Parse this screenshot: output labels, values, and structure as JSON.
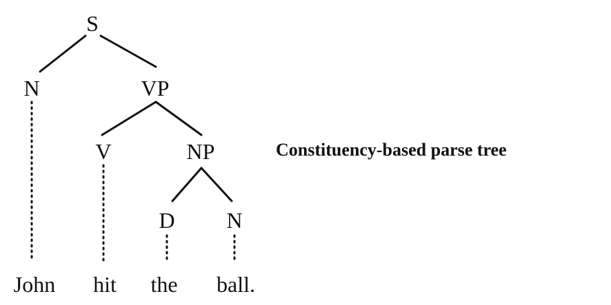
{
  "caption": "Constituency-based parse tree",
  "tree": {
    "nodes": [
      {
        "id": "s",
        "label": "S"
      },
      {
        "id": "n1",
        "label": "N"
      },
      {
        "id": "vp",
        "label": "VP"
      },
      {
        "id": "v",
        "label": "V"
      },
      {
        "id": "np",
        "label": "NP"
      },
      {
        "id": "d",
        "label": "D"
      },
      {
        "id": "n2",
        "label": "N"
      }
    ],
    "edges": [
      {
        "from": "s",
        "to": "n1",
        "style": "solid"
      },
      {
        "from": "s",
        "to": "vp",
        "style": "solid"
      },
      {
        "from": "vp",
        "to": "v",
        "style": "solid"
      },
      {
        "from": "vp",
        "to": "np",
        "style": "solid"
      },
      {
        "from": "np",
        "to": "d",
        "style": "solid"
      },
      {
        "from": "np",
        "to": "n2",
        "style": "solid"
      },
      {
        "from": "n1",
        "to": "w1",
        "style": "dotted"
      },
      {
        "from": "v",
        "to": "w2",
        "style": "dotted"
      },
      {
        "from": "d",
        "to": "w3",
        "style": "dotted"
      },
      {
        "from": "n2",
        "to": "w4",
        "style": "dotted"
      }
    ],
    "words": [
      {
        "id": "w1",
        "text": "John"
      },
      {
        "id": "w2",
        "text": "hit"
      },
      {
        "id": "w3",
        "text": "the"
      },
      {
        "id": "w4",
        "text": "ball."
      }
    ]
  }
}
